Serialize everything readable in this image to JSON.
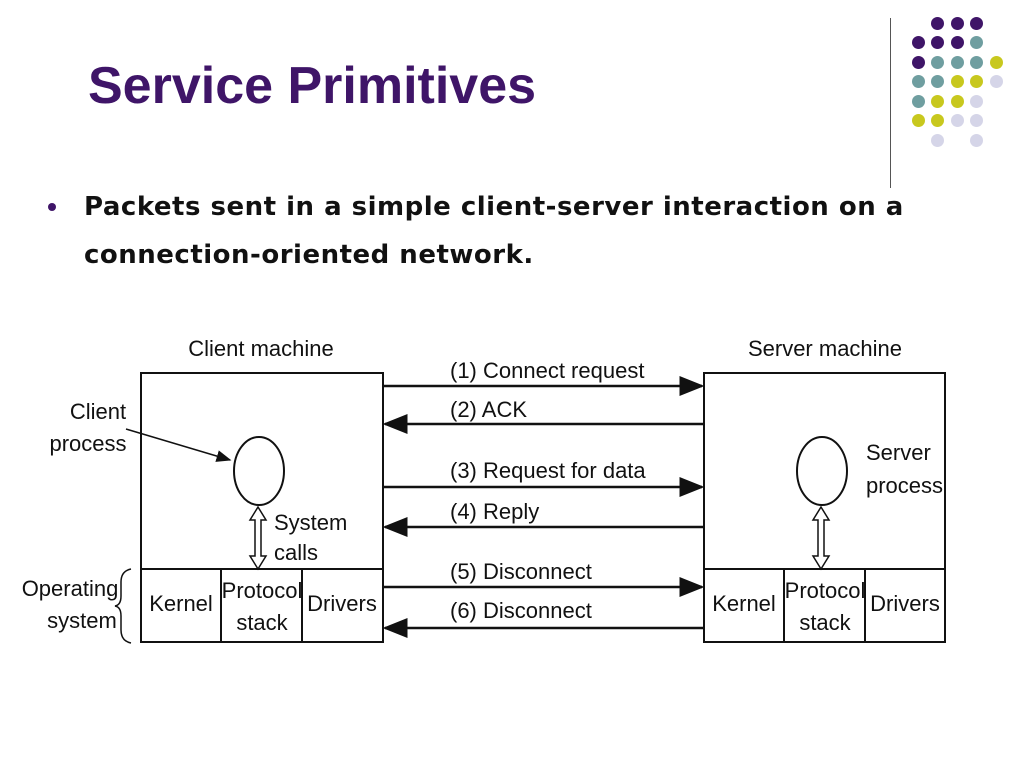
{
  "slide": {
    "title": "Service Primitives",
    "bullet": "Packets sent in a simple client-server interaction on a connection-oriented network."
  },
  "decoration": {
    "colors": {
      "purple": "#3f1568",
      "teal": "#6f9ea0",
      "yellow": "#c8c81e",
      "lavender": "#d5d5e8"
    }
  },
  "diagram": {
    "client_label": "Client machine",
    "server_label": "Server machine",
    "client_process": [
      "Client",
      "process"
    ],
    "server_process": [
      "Server",
      "process"
    ],
    "system_calls": [
      "System",
      "calls"
    ],
    "operating_system": [
      "Operating",
      "system"
    ],
    "os_components": {
      "kernel": "Kernel",
      "protocol_stack": [
        "Protocol",
        "stack"
      ],
      "drivers": "Drivers"
    },
    "messages": [
      {
        "label": "(1) Connect request",
        "direction": "to-server"
      },
      {
        "label": "(2) ACK",
        "direction": "to-client"
      },
      {
        "label": "(3) Request for data",
        "direction": "to-server"
      },
      {
        "label": "(4) Reply",
        "direction": "to-client"
      },
      {
        "label": "(5) Disconnect",
        "direction": "to-server"
      },
      {
        "label": "(6) Disconnect",
        "direction": "to-client"
      }
    ]
  }
}
